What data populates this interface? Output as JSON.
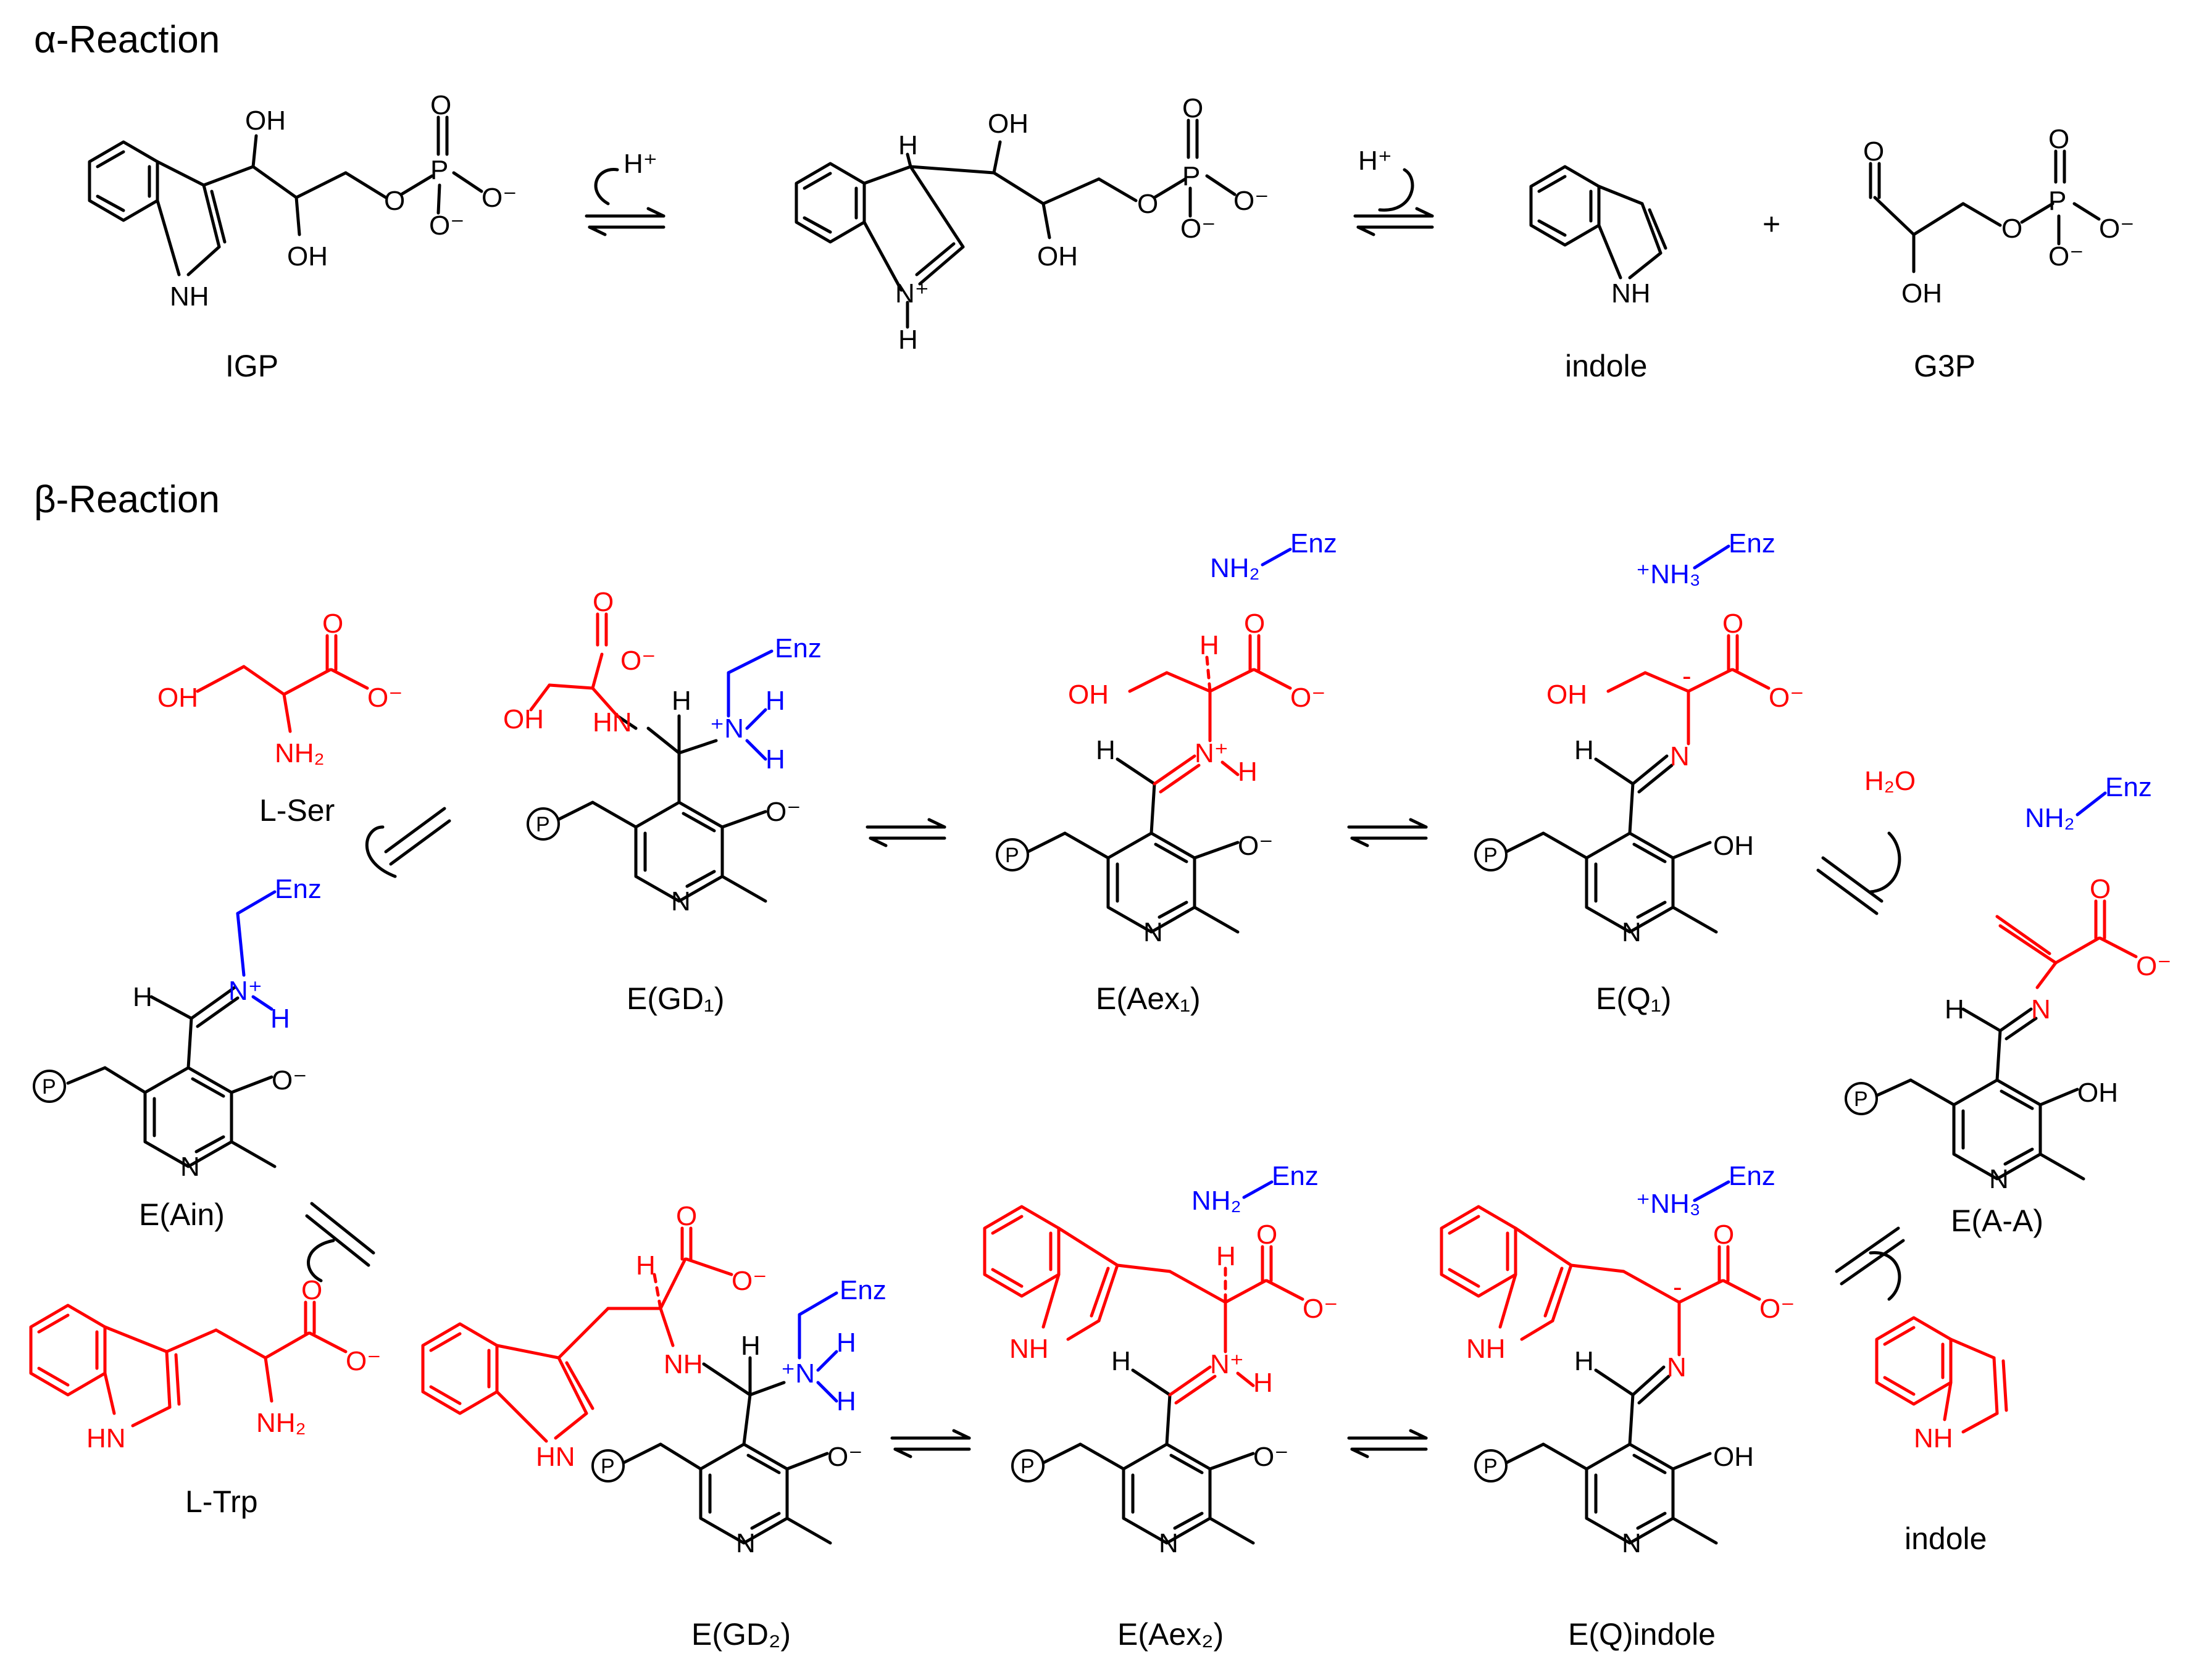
{
  "headings": {
    "alpha": "α-Reaction",
    "beta": "β-Reaction"
  },
  "alpha": {
    "labels": {
      "igp": "IGP",
      "indole": "indole",
      "g3p": "G3P",
      "plus": "+"
    },
    "atoms": {
      "oh": "OH",
      "o": "O",
      "p": "P",
      "ominus": "O⁻",
      "nh": "NH",
      "h": "H",
      "nplus": "N⁺",
      "hplus": "H⁺"
    }
  },
  "beta": {
    "labels": {
      "lser": "L-Ser",
      "egd1": "E(GD₁)",
      "eaex1": "E(Aex₁)",
      "eq1": "E(Q₁)",
      "eain": "E(Ain)",
      "eaa": "E(A-A)",
      "ltrp": "L-Trp",
      "egd2": "E(GD₂)",
      "eaex2": "E(Aex₂)",
      "eqindole": "E(Q)indole",
      "indole": "indole"
    },
    "atoms": {
      "oh": "OH",
      "o": "O",
      "ominus": "O⁻",
      "nh2": "NH₂",
      "nh": "NH",
      "hn": "HN",
      "n": "N",
      "h": "H",
      "nplus": "N⁺",
      "plusn": "⁺N",
      "enz": "Enz",
      "nh3plus": "⁺NH₃",
      "p": "P",
      "h2o": "H₂O",
      "minus": "-"
    }
  },
  "colors": {
    "substrate": "#ff0000",
    "enzyme": "#0000ff",
    "cofactor": "#000000"
  }
}
